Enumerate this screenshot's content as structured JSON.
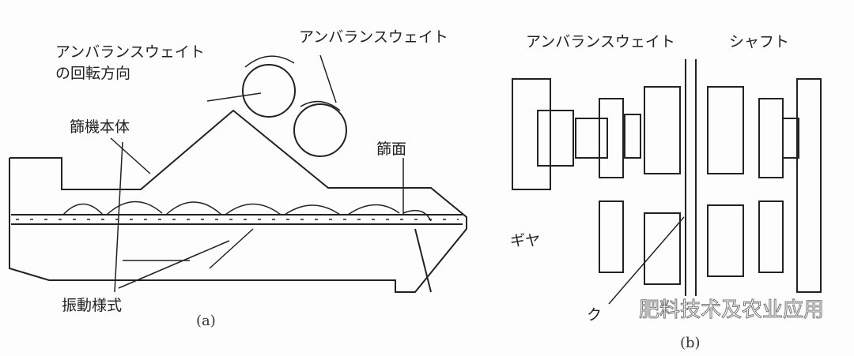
{
  "diagram_a": {
    "label_weight_rotation_1": "アンバランスウェイト",
    "label_weight_rotation_2": "の回転方向",
    "label_weight": "アンバランスウェイト",
    "label_body": "篩機本体",
    "label_screen": "篩面",
    "label_vibration": "振動様式",
    "caption": "(a)"
  },
  "diagram_b": {
    "label_weight": "アンバランスウェイト",
    "label_shaft": "シャフト",
    "label_gear": "ギヤ",
    "label_crank": "ク",
    "caption": "(b)"
  },
  "watermark": "肥料技术及农业应用"
}
